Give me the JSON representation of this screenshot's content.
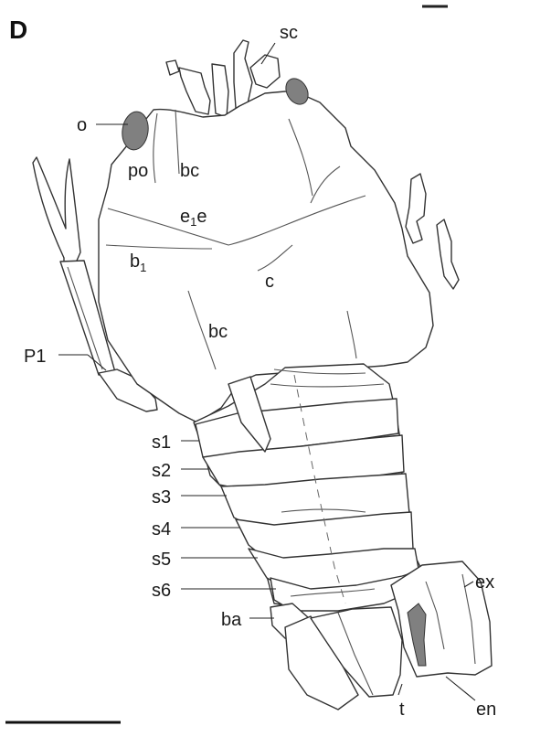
{
  "panel_label": "D",
  "colors": {
    "shading": "#808080",
    "outline": "#333333",
    "text": "#1a1a1a"
  },
  "labels": {
    "sc": "sc",
    "o": "o",
    "po": "po",
    "bc_upper": "bc",
    "e1e_main": "e",
    "e1e_sub": "1",
    "e1e_tail": "e",
    "b1_main": "b",
    "b1_sub": "1",
    "c": "c",
    "bc_lower": "bc",
    "P1": "P1",
    "s1": "s1",
    "s2": "s2",
    "s3": "s3",
    "s4": "s4",
    "s5": "s5",
    "s6": "s6",
    "ba": "ba",
    "ex": "ex",
    "t": "t",
    "en": "en"
  }
}
